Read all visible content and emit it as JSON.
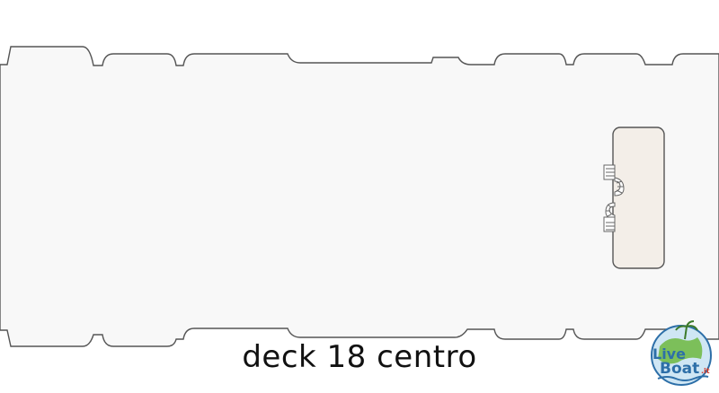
{
  "caption": "deck 18 centro",
  "logo": {
    "text_line1": "Live",
    "text_line2": "Boat",
    "suffix": ".it"
  },
  "colors": {
    "deck_fill": "#f8f8f8",
    "deck_outline": "#555555",
    "structure_fill": "#f3eee8",
    "logo_blue": "#2d6fa8",
    "logo_green": "#5aa83a",
    "logo_red": "#d23b2b"
  }
}
